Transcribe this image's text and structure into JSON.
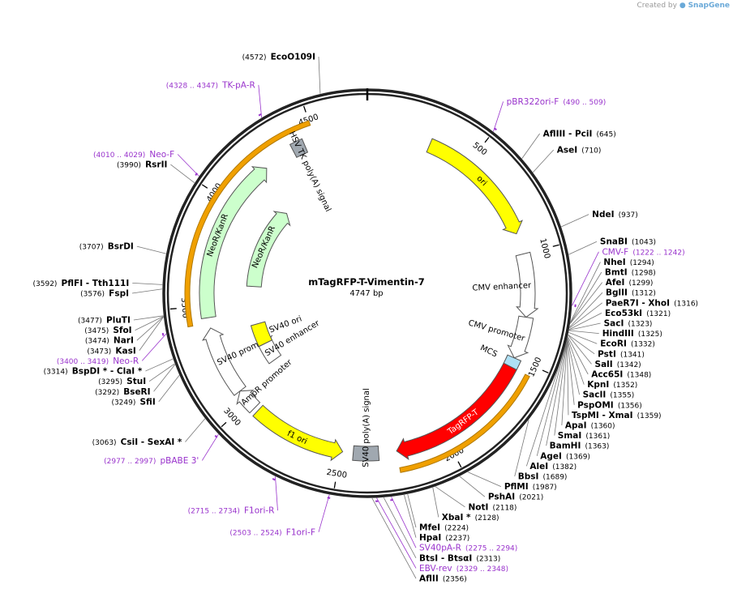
{
  "watermark": {
    "prefix": "Created by",
    "brand": "SnapGene"
  },
  "plasmid": {
    "name": "mTagRFP-T-Vimentin-7",
    "size_label": "4747 bp",
    "length": 4747
  },
  "colors": {
    "ori": "#ffff00",
    "neo": "#ccffcc",
    "tagrfp": "#ff0000",
    "primer": "#9933cc",
    "orf_band": "#f0a000",
    "mcs": "#aee0f5",
    "polyA": "#a0a8b0"
  },
  "ticks": [
    {
      "label": "500",
      "pos": 500
    },
    {
      "label": "1000",
      "pos": 1000
    },
    {
      "label": "1500",
      "pos": 1500
    },
    {
      "label": "2000",
      "pos": 2000
    },
    {
      "label": "2500",
      "pos": 2500
    },
    {
      "label": "3000",
      "pos": 3000
    },
    {
      "label": "3500",
      "pos": 3500
    },
    {
      "label": "4000",
      "pos": 4000
    },
    {
      "label": "4500",
      "pos": 4500
    }
  ],
  "features": [
    {
      "name": "ori",
      "start": 300,
      "end": 900,
      "direction": "cw",
      "color": "#ffff00",
      "lane": 1,
      "label_inside": true
    },
    {
      "name": "CMV enhancer",
      "start": 1000,
      "end": 1300,
      "direction": "cw",
      "color": "#ffffff",
      "lane": 1,
      "label_inside": false
    },
    {
      "name": "CMV promoter",
      "start": 1300,
      "end": 1500,
      "direction": "cw",
      "color": "#ffffff",
      "lane": 1,
      "label_inside": false
    },
    {
      "name": "MCS",
      "start": 1500,
      "end": 1545,
      "direction": "none",
      "color": "#aee0f5",
      "lane": 1,
      "label_inside": false
    },
    {
      "name": "TagRFP-T",
      "start": 1545,
      "end": 2235,
      "direction": "cw",
      "color": "#ff0000",
      "lane": 1,
      "label_inside": true
    },
    {
      "name": "SV40 poly(A) signal",
      "start": 2320,
      "end": 2440,
      "direction": "none",
      "color": "#a0a8b0",
      "lane": 1,
      "label_inside": false
    },
    {
      "name": "f1 ori",
      "start": 2490,
      "end": 2940,
      "direction": "ccw",
      "color": "#ffff00",
      "lane": 1,
      "label_inside": true
    },
    {
      "name": "AmpR promoter",
      "start": 2960,
      "end": 3065,
      "direction": "cw",
      "color": "#ffffff",
      "lane": 1,
      "label_inside": false
    },
    {
      "name": "SV40 promoter",
      "start": 3065,
      "end": 3395,
      "direction": "cw",
      "color": "#ffffff",
      "lane": 1,
      "label_inside": false
    },
    {
      "name": "SV40 ori",
      "start": 3215,
      "end": 3355,
      "direction": "none",
      "color": "#ffff00",
      "lane": 2,
      "label_inside": false
    },
    {
      "name": "SV40 enhancer",
      "start": 3090,
      "end": 3215,
      "direction": "none",
      "color": "#ffffff",
      "lane": 2,
      "label_inside": false
    },
    {
      "name": "NeoR/KanR",
      "start": 3445,
      "end": 4235,
      "direction": "cw",
      "color": "#ccffcc",
      "lane": 1,
      "label_inside": true
    },
    {
      "name": "NeoR/KanR",
      "start": 3605,
      "end": 4150,
      "direction": "cw",
      "color": "#ccffcc",
      "lane": 2,
      "label_inside": true
    },
    {
      "name": "HSV TK poly(A) signal",
      "start": 4385,
      "end": 4445,
      "direction": "none",
      "color": "#a0a8b0",
      "lane": 1,
      "label_inside": false
    }
  ],
  "orf_bands": [
    {
      "start": 1545,
      "end": 2235,
      "direction": "cw"
    },
    {
      "start": 3420,
      "end": 4500,
      "direction": "cw"
    }
  ],
  "enzyme_labels": [
    {
      "name": "EcoO109I",
      "pos_text": "(4572)",
      "pos": 4572
    },
    {
      "name": "AflIII - PciI",
      "pos_text": "(645)",
      "pos": 645
    },
    {
      "name": "AseI",
      "pos_text": "(710)",
      "pos": 710
    },
    {
      "name": "NdeI",
      "pos_text": "(937)",
      "pos": 937
    },
    {
      "name": "SnaBI",
      "pos_text": "(1043)",
      "pos": 1043
    },
    {
      "name": "NheI",
      "pos_text": "(1294)",
      "pos": 1294
    },
    {
      "name": "BmtI",
      "pos_text": "(1298)",
      "pos": 1298
    },
    {
      "name": "AfeI",
      "pos_text": "(1299)",
      "pos": 1299
    },
    {
      "name": "BglII",
      "pos_text": "(1312)",
      "pos": 1312
    },
    {
      "name": "PaeR7I - XhoI",
      "pos_text": "(1316)",
      "pos": 1316
    },
    {
      "name": "Eco53kI",
      "pos_text": "(1321)",
      "pos": 1321
    },
    {
      "name": "SacI",
      "pos_text": "(1323)",
      "pos": 1323
    },
    {
      "name": "HindIII",
      "pos_text": "(1325)",
      "pos": 1325
    },
    {
      "name": "EcoRI",
      "pos_text": "(1332)",
      "pos": 1332
    },
    {
      "name": "PstI",
      "pos_text": "(1341)",
      "pos": 1341
    },
    {
      "name": "SalI",
      "pos_text": "(1342)",
      "pos": 1342
    },
    {
      "name": "Acc65I",
      "pos_text": "(1348)",
      "pos": 1348
    },
    {
      "name": "KpnI",
      "pos_text": "(1352)",
      "pos": 1352
    },
    {
      "name": "SacII",
      "pos_text": "(1355)",
      "pos": 1355
    },
    {
      "name": "PspOMI",
      "pos_text": "(1356)",
      "pos": 1356
    },
    {
      "name": "TspMI - XmaI",
      "pos_text": "(1359)",
      "pos": 1359
    },
    {
      "name": "ApaI",
      "pos_text": "(1360)",
      "pos": 1360
    },
    {
      "name": "SmaI",
      "pos_text": "(1361)",
      "pos": 1361
    },
    {
      "name": "BamHI",
      "pos_text": "(1363)",
      "pos": 1363
    },
    {
      "name": "AgeI",
      "pos_text": "(1369)",
      "pos": 1369
    },
    {
      "name": "AleI",
      "pos_text": "(1382)",
      "pos": 1382
    },
    {
      "name": "BbsI",
      "pos_text": "(1689)",
      "pos": 1689
    },
    {
      "name": "PflMI",
      "pos_text": "(1987)",
      "pos": 1987
    },
    {
      "name": "PshAI",
      "pos_text": "(2021)",
      "pos": 2021
    },
    {
      "name": "NotI",
      "pos_text": "(2118)",
      "pos": 2118
    },
    {
      "name": "XbaI *",
      "pos_text": "(2128)",
      "pos": 2128
    },
    {
      "name": "MfeI",
      "pos_text": "(2224)",
      "pos": 2224
    },
    {
      "name": "HpaI",
      "pos_text": "(2237)",
      "pos": 2237
    },
    {
      "name": "BtsI - BtsαI",
      "pos_text": "(2313)",
      "pos": 2313
    },
    {
      "name": "AflII",
      "pos_text": "(2356)",
      "pos": 2356
    },
    {
      "name": "CsiI - SexAI *",
      "pos_text": "(3063)",
      "pos": 3063
    },
    {
      "name": "SfiI",
      "pos_text": "(3249)",
      "pos": 3249
    },
    {
      "name": "BseRI",
      "pos_text": "(3292)",
      "pos": 3292
    },
    {
      "name": "StuI",
      "pos_text": "(3295)",
      "pos": 3295
    },
    {
      "name": "BspDI * - ClaI *",
      "pos_text": "(3314)",
      "pos": 3314
    },
    {
      "name": "KasI",
      "pos_text": "(3473)",
      "pos": 3473
    },
    {
      "name": "NarI",
      "pos_text": "(3474)",
      "pos": 3474
    },
    {
      "name": "SfoI",
      "pos_text": "(3475)",
      "pos": 3475
    },
    {
      "name": "PluTI",
      "pos_text": "(3477)",
      "pos": 3477
    },
    {
      "name": "FspI",
      "pos_text": "(3576)",
      "pos": 3576
    },
    {
      "name": "PflFI - Tth111I",
      "pos_text": "(3592)",
      "pos": 3592
    },
    {
      "name": "BsrDI",
      "pos_text": "(3707)",
      "pos": 3707
    },
    {
      "name": "RsrII",
      "pos_text": "(3990)",
      "pos": 3990
    }
  ],
  "primer_labels": [
    {
      "name": "pBR322ori-F",
      "pos_text": "(490 .. 509)",
      "pos": 500
    },
    {
      "name": "CMV-F",
      "pos_text": "(1222 .. 1242)",
      "pos": 1232
    },
    {
      "name": "SV40pA-R",
      "pos_text": "(2275 .. 2294)",
      "pos": 2285
    },
    {
      "name": "EBV-rev",
      "pos_text": "(2329 .. 2348)",
      "pos": 2339
    },
    {
      "name": "F1ori-F",
      "pos_text": "(2503 .. 2524)",
      "pos": 2514
    },
    {
      "name": "F1ori-R",
      "pos_text": "(2715 .. 2734)",
      "pos": 2725
    },
    {
      "name": "pBABE 3'",
      "pos_text": "(2977 .. 2997)",
      "pos": 2987
    },
    {
      "name": "Neo-R",
      "pos_text": "(3400 .. 3419)",
      "pos": 3410
    },
    {
      "name": "Neo-F",
      "pos_text": "(4010 .. 4029)",
      "pos": 4020
    },
    {
      "name": "TK-pA-R",
      "pos_text": "(4328 .. 4347)",
      "pos": 4338
    }
  ]
}
